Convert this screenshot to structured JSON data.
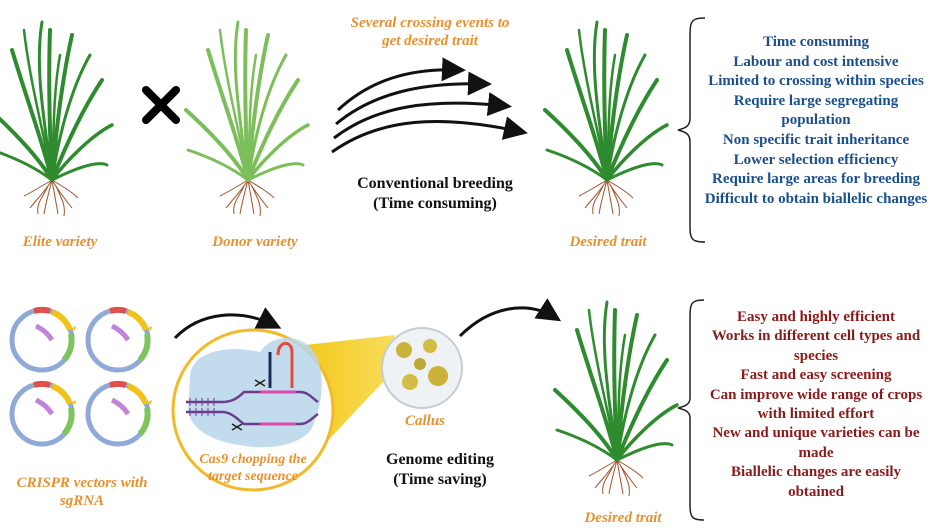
{
  "conventional": {
    "elite_label": "Elite variety",
    "donor_label": "Donor variety",
    "crossing_note": [
      "Several crossing events to",
      "get desired trait"
    ],
    "method": "Conventional breeding",
    "method_note": "(Time consuming)",
    "result_label": "Desired trait",
    "drawbacks": [
      "Time consuming",
      "Labour and cost intensive",
      "Limited to crossing within species",
      "Require large segregating",
      "population",
      "Non specific trait inheritance",
      "Lower selection efficiency",
      "Require large areas for breeding",
      "Difficult to obtain biallelic changes"
    ]
  },
  "genome_editing": {
    "vectors_label": [
      "CRISPR vectors with",
      "sgRNA"
    ],
    "cas9_label": [
      "Cas9 chopping the",
      "target sequence"
    ],
    "callus_label": "Callus",
    "method": "Genome editing",
    "method_note": "(Time saving)",
    "result_label": "Desired trait",
    "advantages": [
      "Easy and highly efficient",
      "Works in different cell types and",
      "species",
      "Fast and easy screening",
      "Can improve wide range of crops",
      "with limited effort",
      "New and unique varieties can be",
      "made",
      "Biallelic changes are easily",
      "obtained"
    ]
  },
  "colors": {
    "orange": "#e8912e",
    "blue_text": "#1a4f8f",
    "red_text": "#8b1a1a",
    "plant_dark": "#2e8b2e",
    "plant_light": "#7cbf5a",
    "root": "#a0522d"
  }
}
